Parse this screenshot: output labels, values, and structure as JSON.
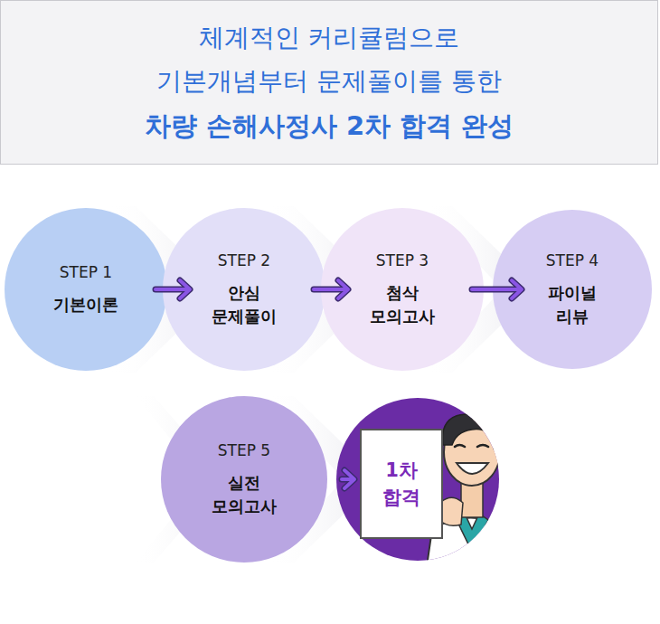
{
  "diagram": {
    "nodes": [
      {
        "text": [
          "체계적인 커리큘럼으로",
          "기본개념부터 문제풀이를 통한",
          "차량 손해사정사 2차 합격 완성"
        ]
      },
      {
        "text": [
          "STEP 1",
          "기본이론"
        ]
      },
      {
        "text": [
          "STEP 2",
          "안심 문제풀이"
        ]
      },
      {
        "text": [
          "STEP 3",
          "첨삭 모의고사"
        ]
      },
      {
        "text": [
          "STEP 4",
          "파이널 리뷰"
        ]
      },
      {
        "text": [
          "STEP 5",
          "실전 모의고사"
        ]
      },
      {
        "text": [
          "1차 합격"
        ]
      }
    ],
    "edges": [
      {
        "from": 1,
        "to": 2,
        "arrow": "to"
      },
      {
        "from": 2,
        "to": 3,
        "arrow": "to"
      },
      {
        "from": 3,
        "to": 4,
        "arrow": "to"
      },
      {
        "from": 5,
        "to": 6,
        "arrow": "to"
      }
    ]
  }
}
